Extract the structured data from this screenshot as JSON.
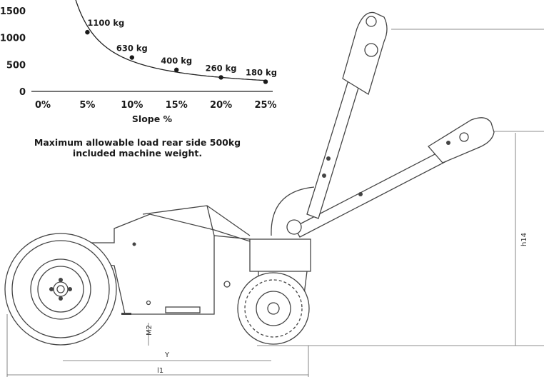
{
  "chart_data": {
    "type": "line",
    "xlabel": "Slope %",
    "ylabel": "",
    "x_ticks": [
      "0%",
      "5%",
      "10%",
      "15%",
      "20%",
      "25%"
    ],
    "y_ticks": [
      "0",
      "500",
      "1000",
      "1500"
    ],
    "xlim": [
      0,
      25
    ],
    "ylim": [
      0,
      1500
    ],
    "points": [
      {
        "x": 5,
        "y": 1100,
        "label": "1100 kg"
      },
      {
        "x": 10,
        "y": 630,
        "label": "630 kg"
      },
      {
        "x": 15,
        "y": 400,
        "label": "400 kg"
      },
      {
        "x": 20,
        "y": 260,
        "label": "260 kg"
      },
      {
        "x": 25,
        "y": 180,
        "label": "180 kg"
      }
    ]
  },
  "note": {
    "line1": "Maximum allowable load rear side 500kg",
    "line2": "included machine weight."
  },
  "drawing": {
    "dim_labels": {
      "m2": "M2",
      "y": "Y",
      "l1": "l1",
      "h14": "h14",
      "h14_upper": "h14"
    }
  }
}
